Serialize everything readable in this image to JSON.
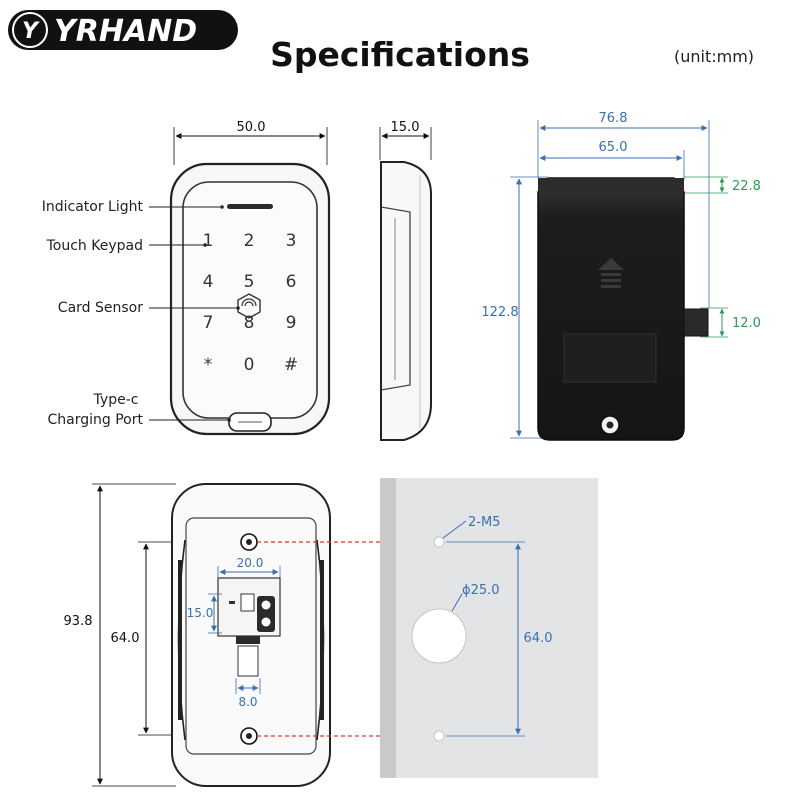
{
  "brand": {
    "logo_letter": "Y",
    "name": "YRHAND"
  },
  "header": {
    "title": "Specifications",
    "unit": "(unit:mm)"
  },
  "labels": {
    "indicator_light": "Indicator Light",
    "touch_keypad": "Touch Keypad",
    "card_sensor": "Card Sensor",
    "type_c_line1": "Type-c",
    "type_c_line2": "Charging Port"
  },
  "keypad": {
    "keys": [
      "1",
      "2",
      "3",
      "4",
      "5",
      "6",
      "7",
      "8",
      "9",
      "*",
      "0",
      "#"
    ]
  },
  "dimensions": {
    "front_width": "50.0",
    "side_depth": "15.0",
    "back_outer_width": "76.8",
    "back_inner_width": "65.0",
    "back_top_offset": "22.8",
    "latch_height": "12.0",
    "back_height": "122.8",
    "rear_height": "93.8",
    "rear_hole_spacing": "64.0",
    "socket_width": "20.0",
    "socket_height": "15.0",
    "connector_width": "8.0",
    "mount_holes": "2-M5",
    "center_hole": "ϕ25.0",
    "panel_hole_spacing": "64.0"
  },
  "colors": {
    "dimension_blue": "#3a6fb0",
    "dimension_green": "#2e9a57",
    "red_guide": "#e0352b",
    "dark_body": "#1b1b1b",
    "panel_gray": "#e3e4e6"
  }
}
